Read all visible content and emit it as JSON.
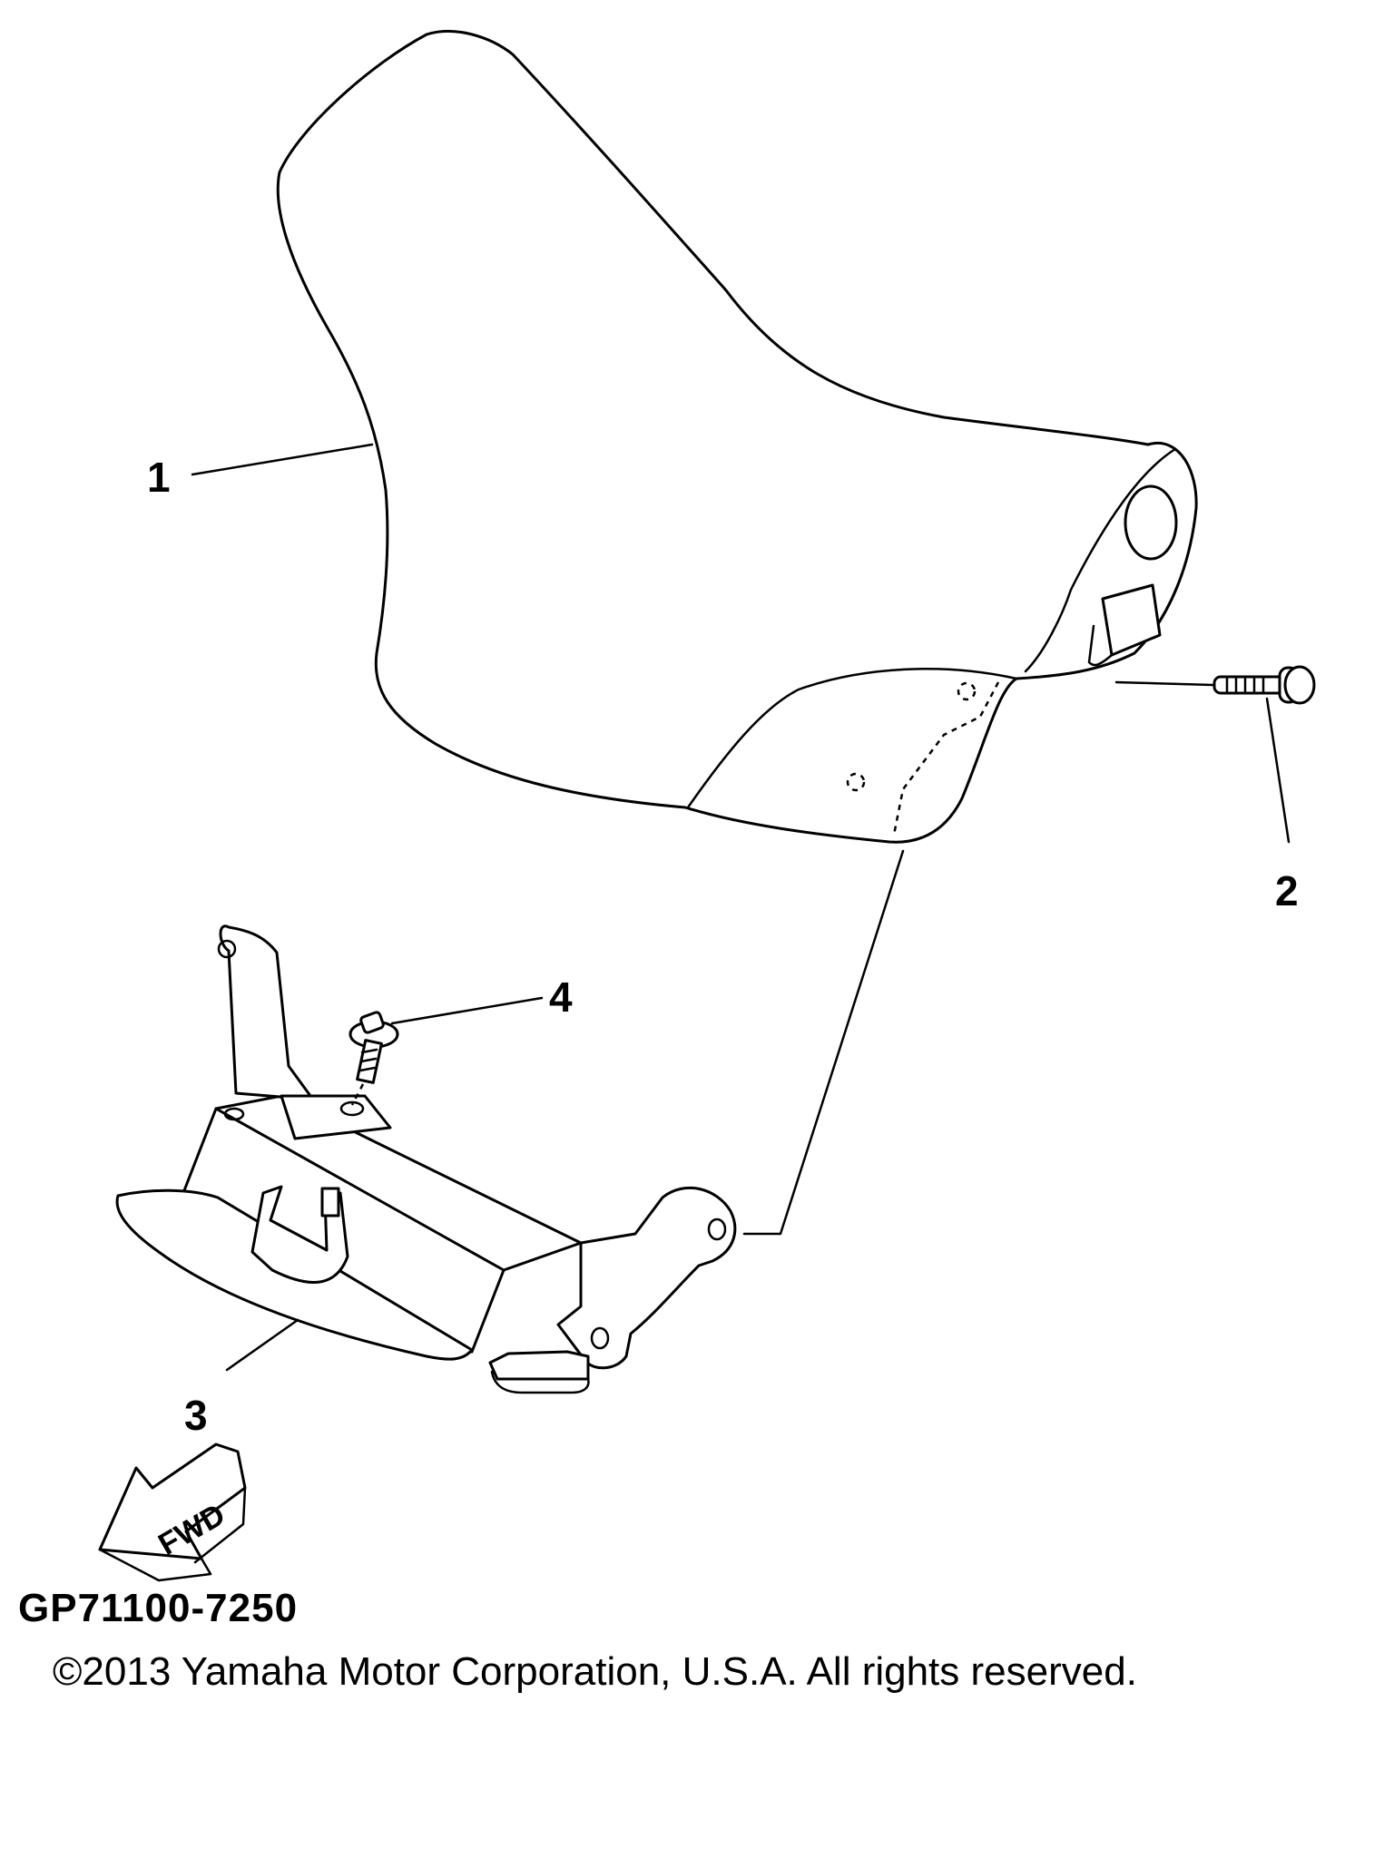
{
  "callouts": {
    "part_1": "1",
    "part_2": "2",
    "part_3": "3",
    "part_4": "4"
  },
  "direction_arrow": {
    "label": "FWD"
  },
  "diagram_code": "GP71100-7250",
  "copyright": "©2013 Yamaha Motor Corporation, U.S.A. All rights reserved."
}
